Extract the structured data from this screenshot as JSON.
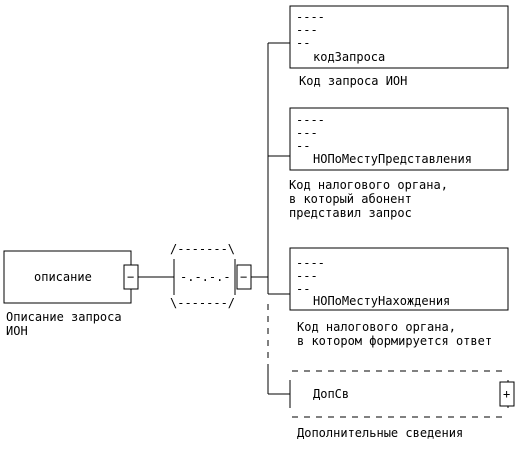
{
  "root": {
    "name": "описание",
    "caption_lines": [
      "Описание запроса",
      "ИОН"
    ],
    "expand_symbol": "−"
  },
  "sequence": {
    "top": "/-------\\",
    "middle": "-.-.-.-",
    "bottom": "\\-------/",
    "expand_symbol": "−"
  },
  "elements": [
    {
      "name": "кодЗапроса",
      "marks": [
        "----",
        "---",
        "--"
      ],
      "caption_lines": [
        "Код запроса ИОН"
      ]
    },
    {
      "name": "НОПоМестуПредставления",
      "marks": [
        "----",
        "---",
        "--"
      ],
      "caption_lines": [
        "Код налогового органа,",
        "в который абонент",
        "представил запрос"
      ]
    },
    {
      "name": "НОПоМестуНахождения",
      "marks": [
        "----",
        "---",
        "--"
      ],
      "caption_lines": [
        "Код налогового органа,",
        "в котором формируется ответ"
      ]
    },
    {
      "name": "ДопСв",
      "optional": true,
      "expand_symbol": "+",
      "caption_lines": [
        "Дополнительные сведения"
      ]
    }
  ]
}
